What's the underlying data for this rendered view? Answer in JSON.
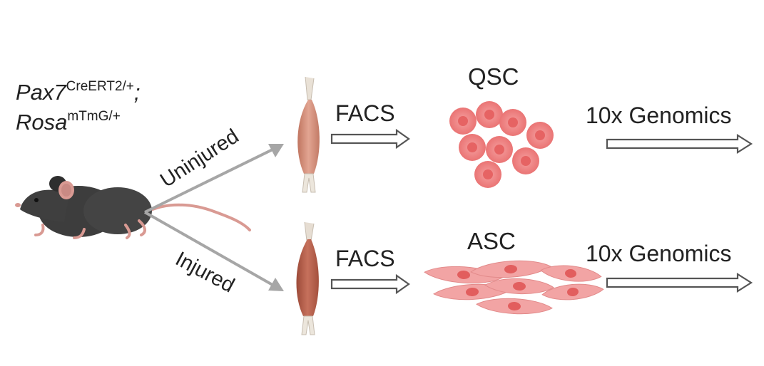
{
  "genotype": {
    "line1_base": "Pax7",
    "line1_sup": "CreERT2/+",
    "line1_tail": ";",
    "line2_base": "Rosa",
    "line2_sup": "mTmG/+"
  },
  "branches": {
    "top_label": "Uninjured",
    "bottom_label": "Injured"
  },
  "top_row": {
    "sort_label": "FACS",
    "cell_label": "QSC",
    "sequencing_label": "10x Genomics"
  },
  "bottom_row": {
    "sort_label": "FACS",
    "cell_label": "ASC",
    "sequencing_label": "10x Genomics"
  },
  "icons": [
    "mouse-icon",
    "muscle-icon",
    "round-cell-icon",
    "spindle-cell-icon",
    "hollow-arrow-icon"
  ],
  "colors": {
    "text": "#222222",
    "branch_arrow": "#a6a6a6",
    "hollow_arrow_stroke": "#555555",
    "mouse_body": "#3f3f3f",
    "mouse_pink": "#d99a93",
    "muscle_top": "#cf8b78",
    "muscle_bottom": "#b45a45",
    "qsc_fill": "#ef8282",
    "asc_fill": "#f2a4a4"
  }
}
